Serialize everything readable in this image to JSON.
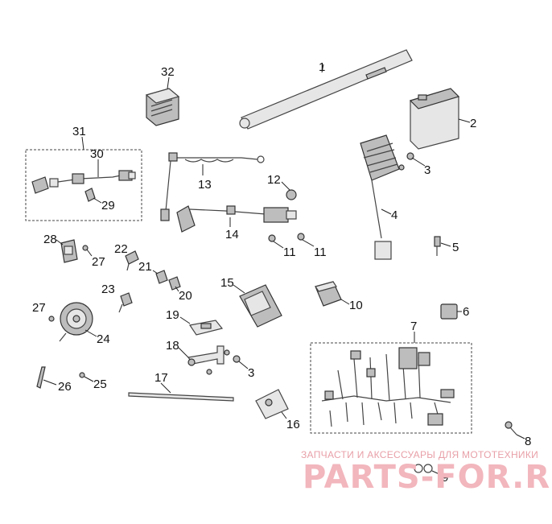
{
  "callouts": [
    "1",
    "2",
    "3",
    "4",
    "5",
    "6",
    "7",
    "8",
    "9",
    "10",
    "11",
    "11",
    "12",
    "13",
    "14",
    "15",
    "16",
    "17",
    "18",
    "19",
    "20",
    "21",
    "22",
    "23",
    "24",
    "25",
    "26",
    "27",
    "27",
    "28",
    "29",
    "30",
    "31",
    "32",
    "3"
  ],
  "watermark": {
    "subtitle": "ЗАПЧАСТИ И АКСЕССУАРЫ ДЛЯ МОТОТЕХНИКИ",
    "logo": "PARTS-FOR.RU"
  }
}
